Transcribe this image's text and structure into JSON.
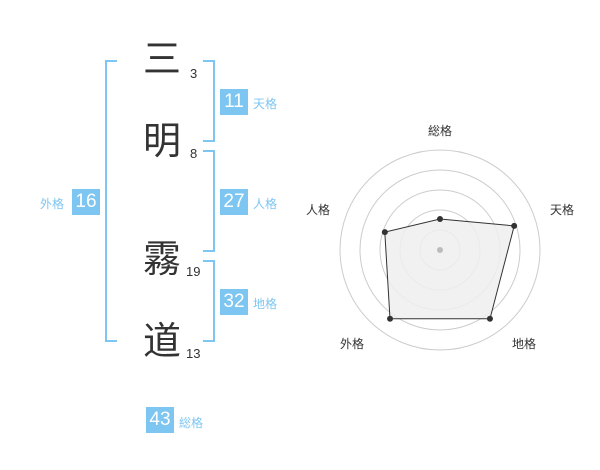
{
  "name": {
    "characters": [
      {
        "char": "三",
        "strokes": "3"
      },
      {
        "char": "明",
        "strokes": "8"
      },
      {
        "char": "霧",
        "strokes": "19"
      },
      {
        "char": "道",
        "strokes": "13"
      }
    ]
  },
  "fortunes": {
    "tenkaku": {
      "value": "11",
      "label": "天格"
    },
    "jinkaku": {
      "value": "27",
      "label": "人格"
    },
    "chikaku": {
      "value": "32",
      "label": "地格"
    },
    "gaikaku": {
      "value": "16",
      "label": "外格"
    },
    "soukaku": {
      "value": "43",
      "label": "総格"
    }
  },
  "radar": {
    "axes": [
      "総格",
      "天格",
      "地格",
      "外格",
      "人格"
    ],
    "levels": 5,
    "values": [
      0.31,
      0.78,
      0.85,
      0.85,
      0.58
    ],
    "colors": {
      "fill": "#eeeeee",
      "stroke": "#333333",
      "rings": "#cccccc",
      "point": "#333333",
      "center": "#bbbbbb"
    }
  }
}
